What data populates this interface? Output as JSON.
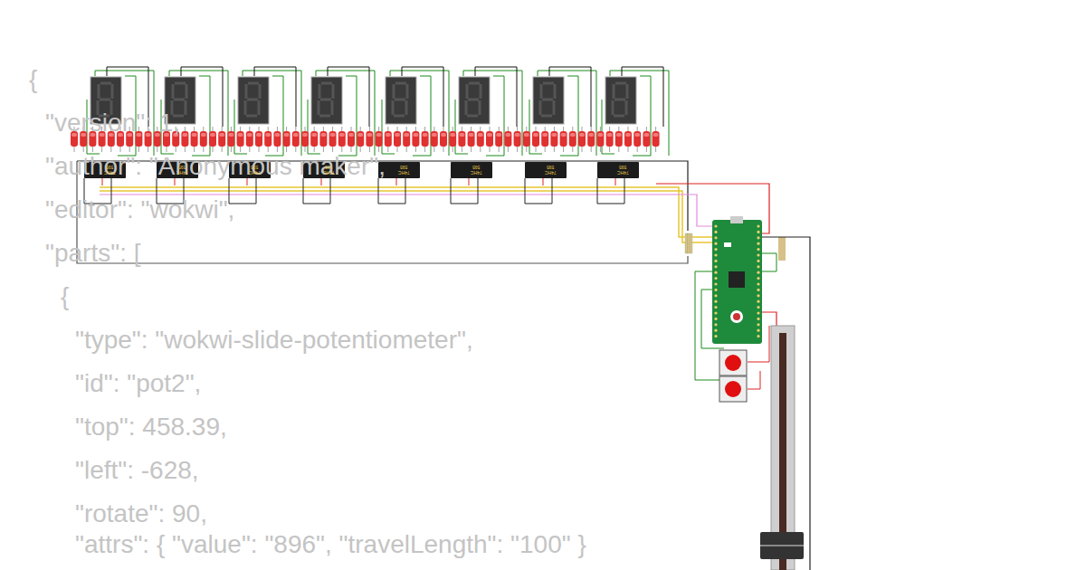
{
  "diagram": {
    "labels": [
      "{",
      "\"version\": 1,",
      "\"author\": \"Anonymous maker\",",
      "\"editor\": \"wokwi\",",
      "\"parts\": [",
      "{",
      "\"type\": \"wokwi-slide-potentiometer\",",
      "\"id\": \"pot2\",",
      "\"top\": 458.39,",
      "\"left\": -628,",
      "\"rotate\": 90,",
      "\"attrs\": { \"value\": \"896\", \"travelLength\": \"100\" }",
      "74HC",
      "595",
      "74HC",
      "595",
      "74HC",
      "595",
      "74HC",
      "595",
      "74HC",
      "595",
      "74HC",
      "595",
      "74HC",
      "595",
      "74HC",
      "595"
    ]
  }
}
